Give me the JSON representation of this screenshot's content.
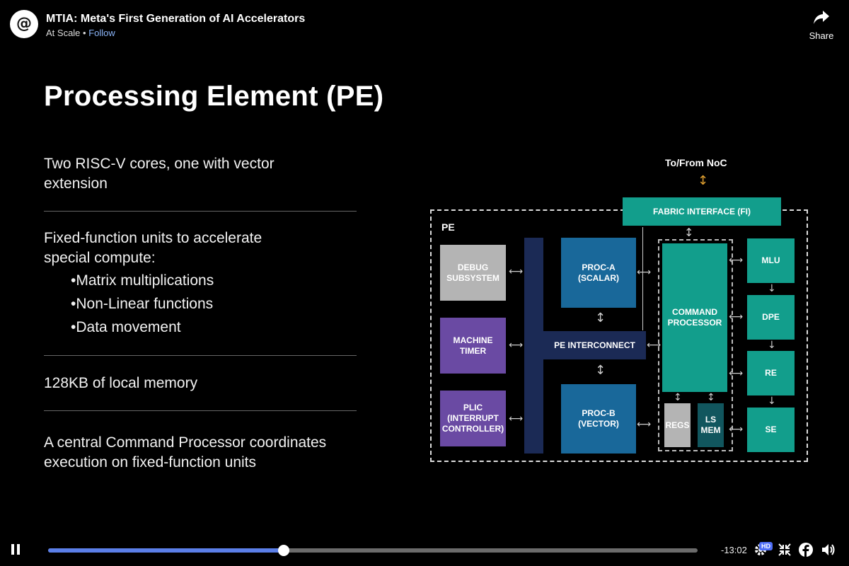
{
  "video": {
    "title": "MTIA: Meta's First Generation of AI Accelerators",
    "channel": "At Scale",
    "separator": "•",
    "follow": "Follow",
    "logo_text": "@",
    "share": "Share"
  },
  "slide": {
    "title": "Processing Element (PE)",
    "point1": [
      "Two RISC-V cores, one with vector",
      "extension"
    ],
    "point2": [
      "Fixed-function units to accelerate",
      "special compute:"
    ],
    "bullets": [
      "•Matrix multiplications",
      "•Non-Linear functions",
      "•Data movement"
    ],
    "point3": "128KB of local memory",
    "point4": [
      "A central Command Processor coordinates",
      "execution on fixed-function units"
    ]
  },
  "diagram": {
    "noc_label": "To/From NoC",
    "pe_label": "PE",
    "fabric": "FABRIC INTERFACE (FI)",
    "debug": [
      "DEBUG",
      "SUBSYSTEM"
    ],
    "timer": [
      "MACHINE",
      "TIMER"
    ],
    "plic": [
      "PLIC",
      "(INTERRUPT",
      "CONTROLLER)"
    ],
    "proc_a": [
      "PROC-A",
      "(SCALAR)"
    ],
    "proc_b": [
      "PROC-B",
      "(VECTOR)"
    ],
    "interconnect": "PE INTERCONNECT",
    "command": [
      "COMMAND",
      "PROCESSOR"
    ],
    "regs": "REGS",
    "ls_mem": [
      "LS",
      "MEM"
    ],
    "mlu": "MLU",
    "dpe": "DPE",
    "re": "RE",
    "se": "SE",
    "colors": {
      "teal": "#129e8c",
      "blue": "#19689a",
      "purple": "#6a4aa3",
      "gray": "#b4b4b4",
      "navy": "#1b2a55",
      "noc_arrow": "#e0a030"
    }
  },
  "controls": {
    "time_remaining": "-13:02",
    "progress": 0.363,
    "hd": "HD",
    "icons": [
      "pause-icon",
      "settings-icon",
      "collapse-icon",
      "facebook-icon",
      "volume-icon"
    ]
  }
}
